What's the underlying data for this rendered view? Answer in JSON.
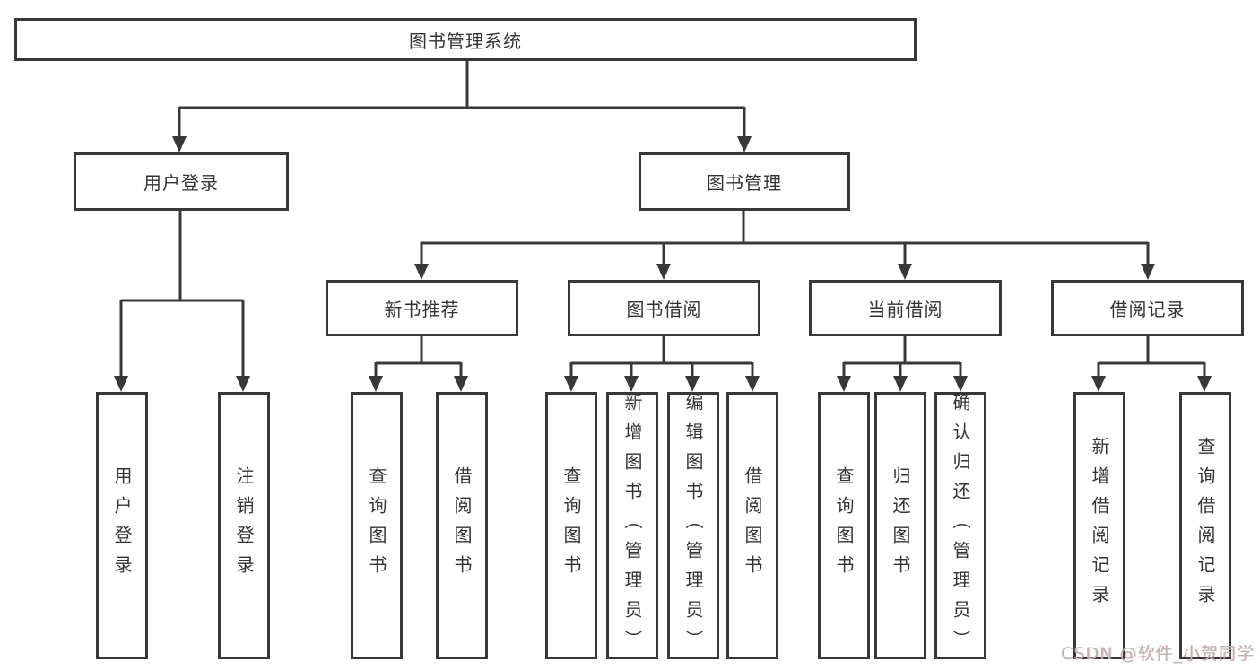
{
  "diagram": {
    "title": "图书管理系统",
    "root": {
      "label": "图书管理系统"
    },
    "branches": [
      {
        "label": "用户登录",
        "children": [
          {
            "label": "用户登录"
          },
          {
            "label": "注销登录"
          }
        ]
      },
      {
        "label": "图书管理",
        "children": [
          {
            "label": "新书推荐",
            "children": [
              {
                "label": "查询图书"
              },
              {
                "label": "借阅图书"
              }
            ]
          },
          {
            "label": "图书借阅",
            "children": [
              {
                "label": "查询图书"
              },
              {
                "label": "新增图书（管理员）"
              },
              {
                "label": "编辑图书（管理员）"
              },
              {
                "label": "借阅图书"
              }
            ]
          },
          {
            "label": "当前借阅",
            "children": [
              {
                "label": "查询图书"
              },
              {
                "label": "归还图书"
              },
              {
                "label": "确认归还（管理员）"
              }
            ]
          },
          {
            "label": "借阅记录",
            "children": [
              {
                "label": "新增借阅记录"
              },
              {
                "label": "查询借阅记录"
              }
            ]
          }
        ]
      }
    ]
  },
  "watermark": {
    "text": "CSDN @软件_小贺同学"
  },
  "colors": {
    "line": "#383838",
    "box_border": "#383838",
    "text": "#333333",
    "watermark": "#b9b5b5"
  }
}
